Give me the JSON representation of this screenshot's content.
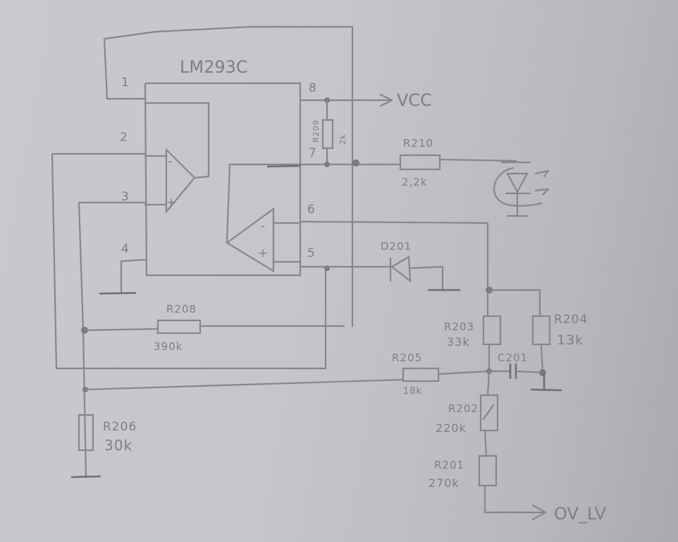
{
  "schematic": {
    "ic": {
      "name": "LM293C"
    },
    "pins": {
      "p1": "1",
      "p2": "2",
      "p3": "3",
      "p4": "4",
      "p5": "5",
      "p6": "6",
      "p7": "7",
      "p8": "8"
    },
    "opamp_signs": {
      "minus": "-",
      "plus": "+"
    },
    "nets": {
      "vcc": "VCC",
      "output": "OV_LV"
    },
    "components": {
      "R209": {
        "ref": "R209",
        "value": "2k"
      },
      "R210": {
        "ref": "R210",
        "value": "2,2k"
      },
      "R208": {
        "ref": "R208",
        "value": "390k"
      },
      "R206": {
        "ref": "R206",
        "value": "30k"
      },
      "R205": {
        "ref": "R205",
        "value": "18k"
      },
      "R203": {
        "ref": "R203",
        "value": "33k"
      },
      "R204": {
        "ref": "R204",
        "value": "13k"
      },
      "R202": {
        "ref": "R202",
        "value": "220k"
      },
      "R201": {
        "ref": "R201",
        "value": "270k"
      },
      "C201": {
        "ref": "C201"
      },
      "D201": {
        "ref": "D201"
      },
      "LED": {
        "type": "led"
      }
    }
  }
}
